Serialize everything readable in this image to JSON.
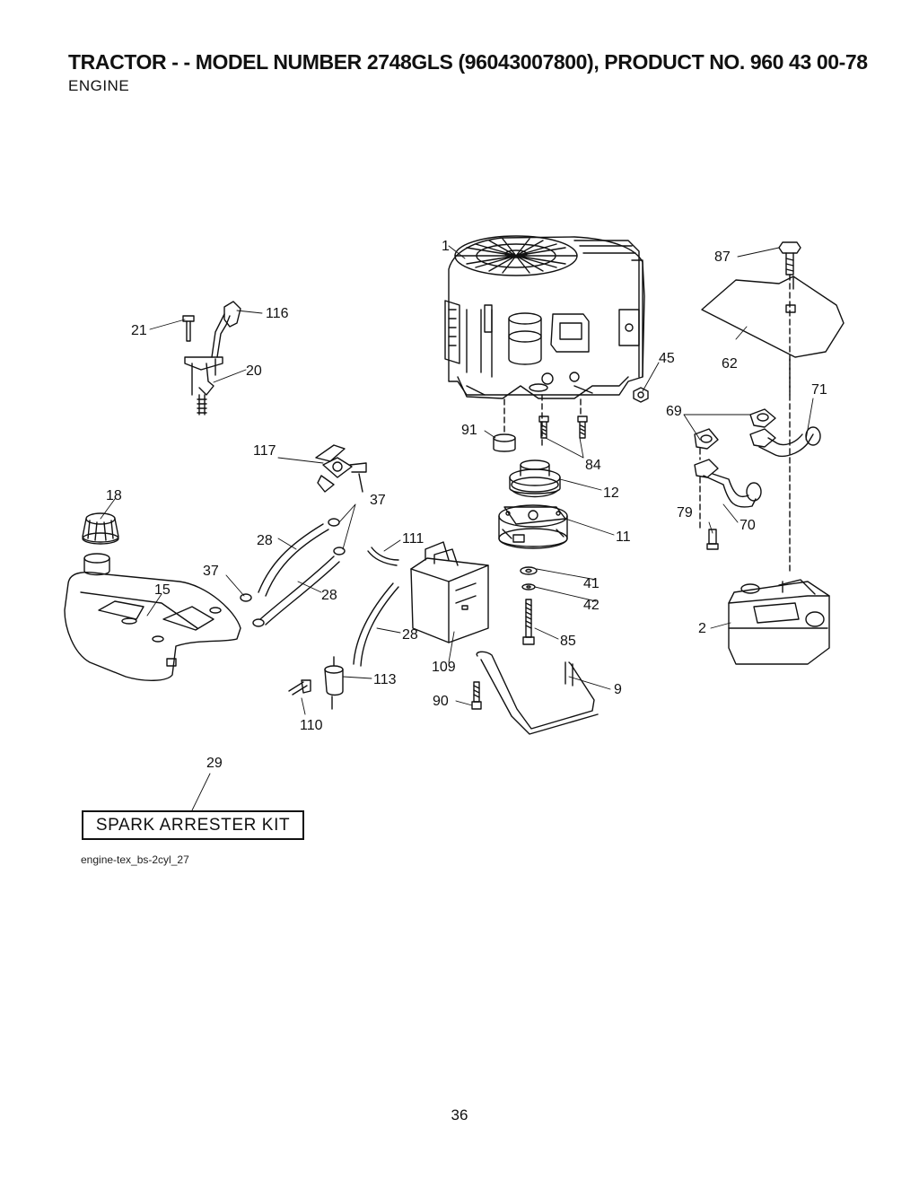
{
  "header": {
    "title": "TRACTOR - - MODEL NUMBER 2748GLS (96043007800), PRODUCT NO. 960 43 00-78",
    "subtitle": "ENGINE"
  },
  "callouts": {
    "c1": "1",
    "c2": "2",
    "c9": "9",
    "c11": "11",
    "c12": "12",
    "c15": "15",
    "c18": "18",
    "c20": "20",
    "c21": "21",
    "c28a": "28",
    "c28b": "28",
    "c28c": "28",
    "c29": "29",
    "c37a": "37",
    "c37b": "37",
    "c41": "41",
    "c42": "42",
    "c45": "45",
    "c62": "62",
    "c69": "69",
    "c70": "70",
    "c71": "71",
    "c79": "79",
    "c84": "84",
    "c85": "85",
    "c87": "87",
    "c90": "90",
    "c91": "91",
    "c109": "109",
    "c110": "110",
    "c111": "111",
    "c113": "113",
    "c116": "116",
    "c117": "117"
  },
  "kit_label": "SPARK ARRESTER KIT",
  "file_id": "engine-tex_bs-2cyl_27",
  "page_number": "36"
}
